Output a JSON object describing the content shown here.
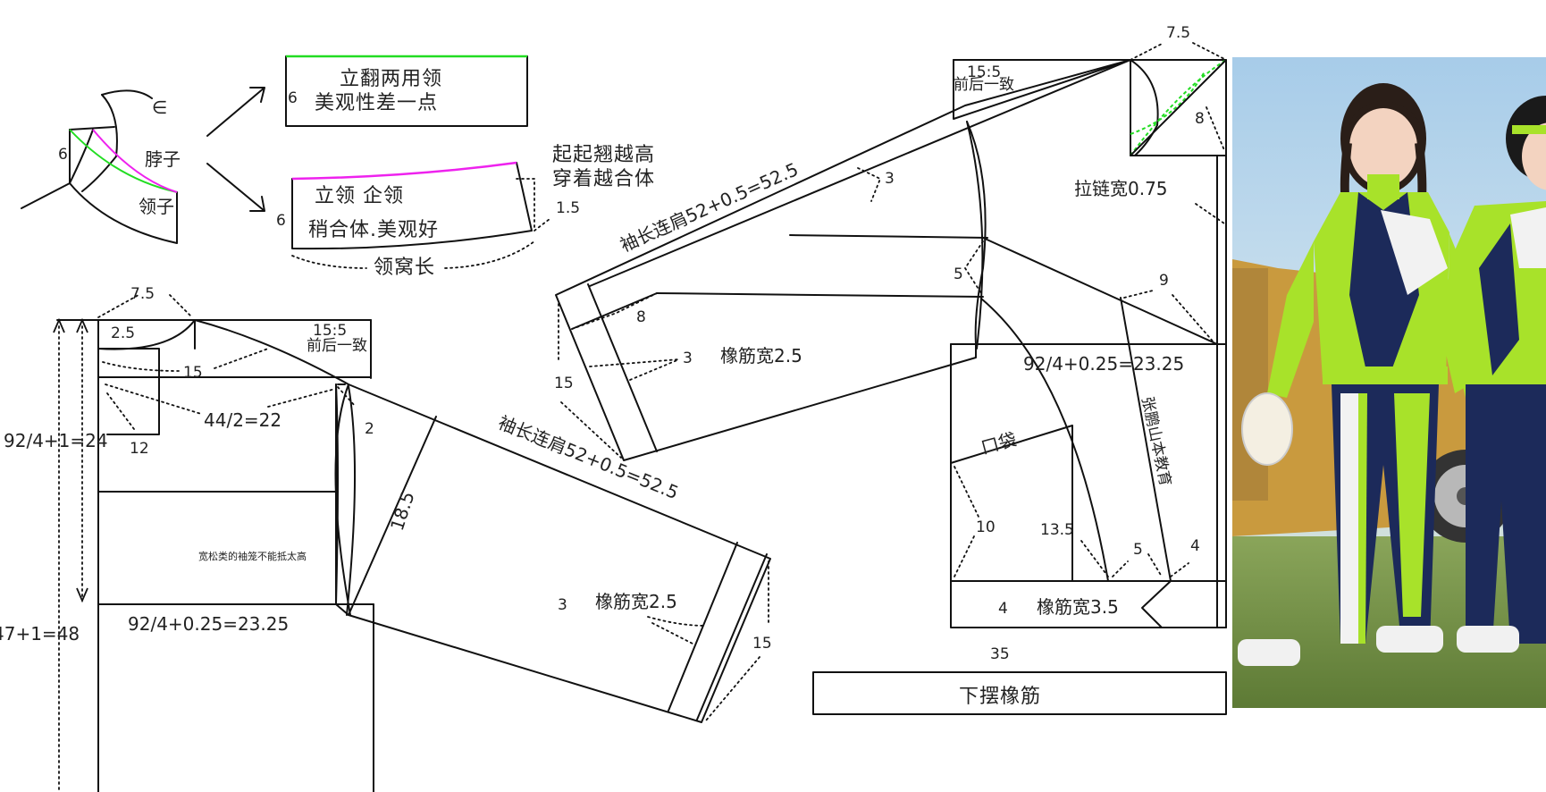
{
  "colors": {
    "line": "#111111",
    "collar_a": "#22dd22",
    "collar_b": "#ee22ee",
    "photo_green": "#a8e22a",
    "photo_navy": "#1c2a5a"
  },
  "collar": {
    "neck_label": "脖子",
    "collar_label": "领子",
    "height": "6",
    "symbol": "∈",
    "box_top_line1": "立翻两用领",
    "box_top_line2": "美观性差一点",
    "box_bottom_line1": "立领   企领",
    "box_bottom_line2": "稍合体.美观好",
    "note_line1": "起起翘越高",
    "note_line2": "穿着越合体",
    "rise": "1.5",
    "neckline_len": "领窝长"
  },
  "front": {
    "neck_width": "7.5",
    "neck_drop": "2.5",
    "slope": "15:5",
    "slope_note": "前后一致",
    "m15": "15",
    "half_shoulder": "44/2=22",
    "chest_depth": "92/4+1=24",
    "m12": "12",
    "m2": "2",
    "sleeve_len": "袖长连肩52+0.5=52.5",
    "cap": "18.5",
    "note": "宽松类的袖笼不能抵太高",
    "chest_width": "92/4+0.25=23.25",
    "length": "47+1=48",
    "cuff_band": "3",
    "elastic": "橡筋宽2.5",
    "cuff15": "15"
  },
  "back": {
    "neck_width": "7.5",
    "slope": "15:5",
    "slope_note": "前后一致",
    "m8": "8",
    "zipper": "拉链宽0.75",
    "sleeve_len": "袖长连肩52+0.5=52.5",
    "m3": "3",
    "m5": "5",
    "m8b": "8",
    "m9": "9",
    "cuff_band": "3",
    "elastic": "橡筋宽2.5",
    "cuff15": "15",
    "chest_width": "92/4+0.25=23.25",
    "pocket": "口袋",
    "watermark": "张鹏山本教育",
    "m10": "10",
    "m135": "13.5",
    "m5b": "5",
    "m4a": "4",
    "m4b": "4",
    "hem_elastic": "橡筋宽3.5",
    "hem_len": "35",
    "hem_label": "下摆橡筋"
  },
  "photo": {
    "description_icon": "kids-tracksuit-photo"
  }
}
